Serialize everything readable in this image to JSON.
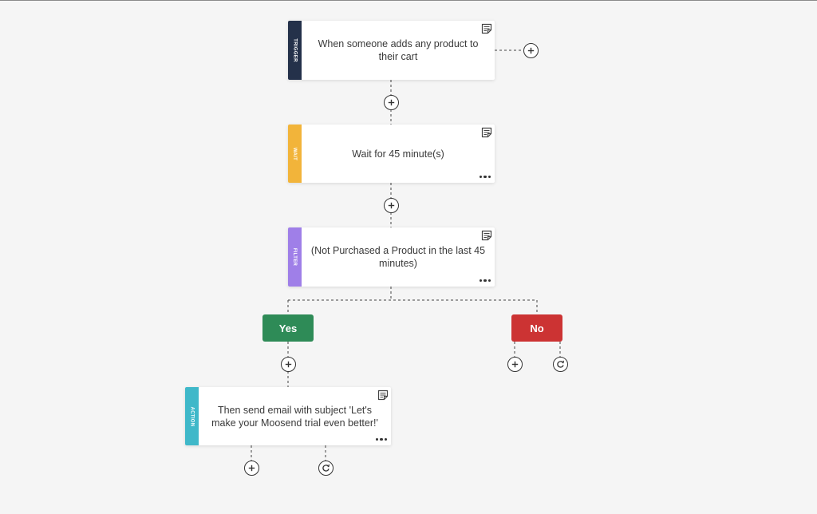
{
  "colors": {
    "trigger": "#24314a",
    "wait": "#f2b43a",
    "filter": "#9f7fe8",
    "action": "#3fb8c9",
    "yes": "#2e8b57",
    "no": "#cc3333",
    "connector": "#444444"
  },
  "icons": {
    "note": "note-icon",
    "more": "ellipsis-icon",
    "add": "plus-circle-icon",
    "loop": "refresh-icon"
  },
  "steps": {
    "trigger": {
      "tag": "TRIGGER",
      "text": "When someone adds any product to their cart"
    },
    "wait": {
      "tag": "WAIT",
      "text": "Wait for 45 minute(s)"
    },
    "filter": {
      "tag": "FILTER",
      "text": "(Not Purchased a Product in the last 45 minutes)"
    },
    "action": {
      "tag": "ACTION",
      "text": "Then send email with subject 'Let's make your Moosend trial even better!'"
    }
  },
  "branches": {
    "yes_label": "Yes",
    "no_label": "No"
  }
}
